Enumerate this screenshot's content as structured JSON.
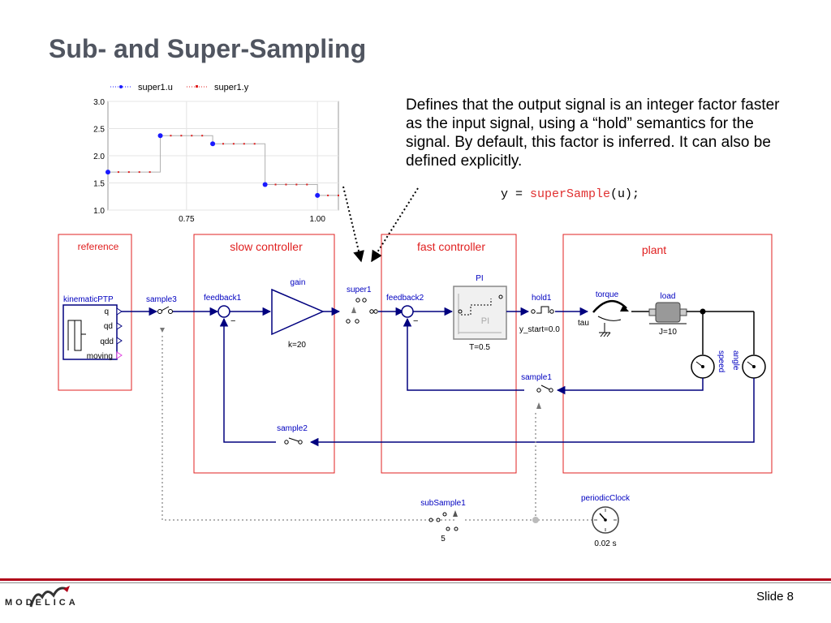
{
  "slide": {
    "title": "Sub- and Super-Sampling",
    "description": "Defines that the output signal is an integer factor faster as the input signal, using a “hold” semantics for the signal. By default, this factor is inferred. It can also be defined explicitly.",
    "code_lhs": "y = ",
    "code_fn": "superSample",
    "code_args": "(u);",
    "slide_number": "Slide 8",
    "logo_text": "MODELICA"
  },
  "chart_data": {
    "type": "line",
    "legend": [
      "super1.u",
      "super1.y"
    ],
    "legend_placement": "top",
    "colors": {
      "super1.u": "#1a1aff",
      "super1.y": "#e02020"
    },
    "x_ticks": [
      "0.75",
      "1.00"
    ],
    "y_ticks": [
      "1.0",
      "1.5",
      "2.0",
      "2.5",
      "3.0"
    ],
    "xlim": [
      0.6,
      1.04
    ],
    "ylim": [
      1.0,
      3.0
    ],
    "grid": true,
    "series": [
      {
        "name": "super1.u",
        "x": [
          0.6,
          0.7,
          0.8,
          0.9,
          1.0
        ],
        "values": [
          1.7,
          2.37,
          2.22,
          1.47,
          1.27
        ]
      },
      {
        "name": "super1.y",
        "x": [
          0.62,
          0.64,
          0.66,
          0.68,
          0.72,
          0.74,
          0.76,
          0.78,
          0.82,
          0.84,
          0.86,
          0.88,
          0.92,
          0.94,
          0.96,
          0.98,
          1.02,
          1.04
        ],
        "values": [
          1.7,
          1.7,
          1.7,
          1.7,
          2.37,
          2.37,
          2.37,
          2.37,
          2.22,
          2.22,
          2.22,
          2.22,
          1.47,
          1.47,
          1.47,
          1.47,
          1.27,
          1.27
        ]
      }
    ]
  },
  "diagram": {
    "groups": {
      "reference": "reference",
      "slow": "slow controller",
      "fast": "fast controller",
      "plant": "plant"
    },
    "blocks": {
      "kinematicPTP": "kinematicPTP",
      "q": "q",
      "qd": "qd",
      "qdd": "qdd",
      "moving": "moving",
      "sample3": "sample3",
      "feedback1": "feedback1",
      "gain": "gain",
      "k": "k=20",
      "super1": "super1",
      "feedback2": "feedback2",
      "pi": "PI",
      "pi_inner": "PI",
      "pi_T": "T=0.5",
      "hold1": "hold1",
      "y_start": "y_start=0.0",
      "torque": "torque",
      "tau": "tau",
      "load": "load",
      "load_J": "J=10",
      "speed": "speed",
      "angle": "angle",
      "sample1": "sample1",
      "sample2": "sample2",
      "subSample1": "subSample1",
      "subSample_factor": "5",
      "periodicClock": "periodicClock",
      "clock_period": "0.02 s",
      "minus1": "−",
      "minus2": "−"
    }
  }
}
